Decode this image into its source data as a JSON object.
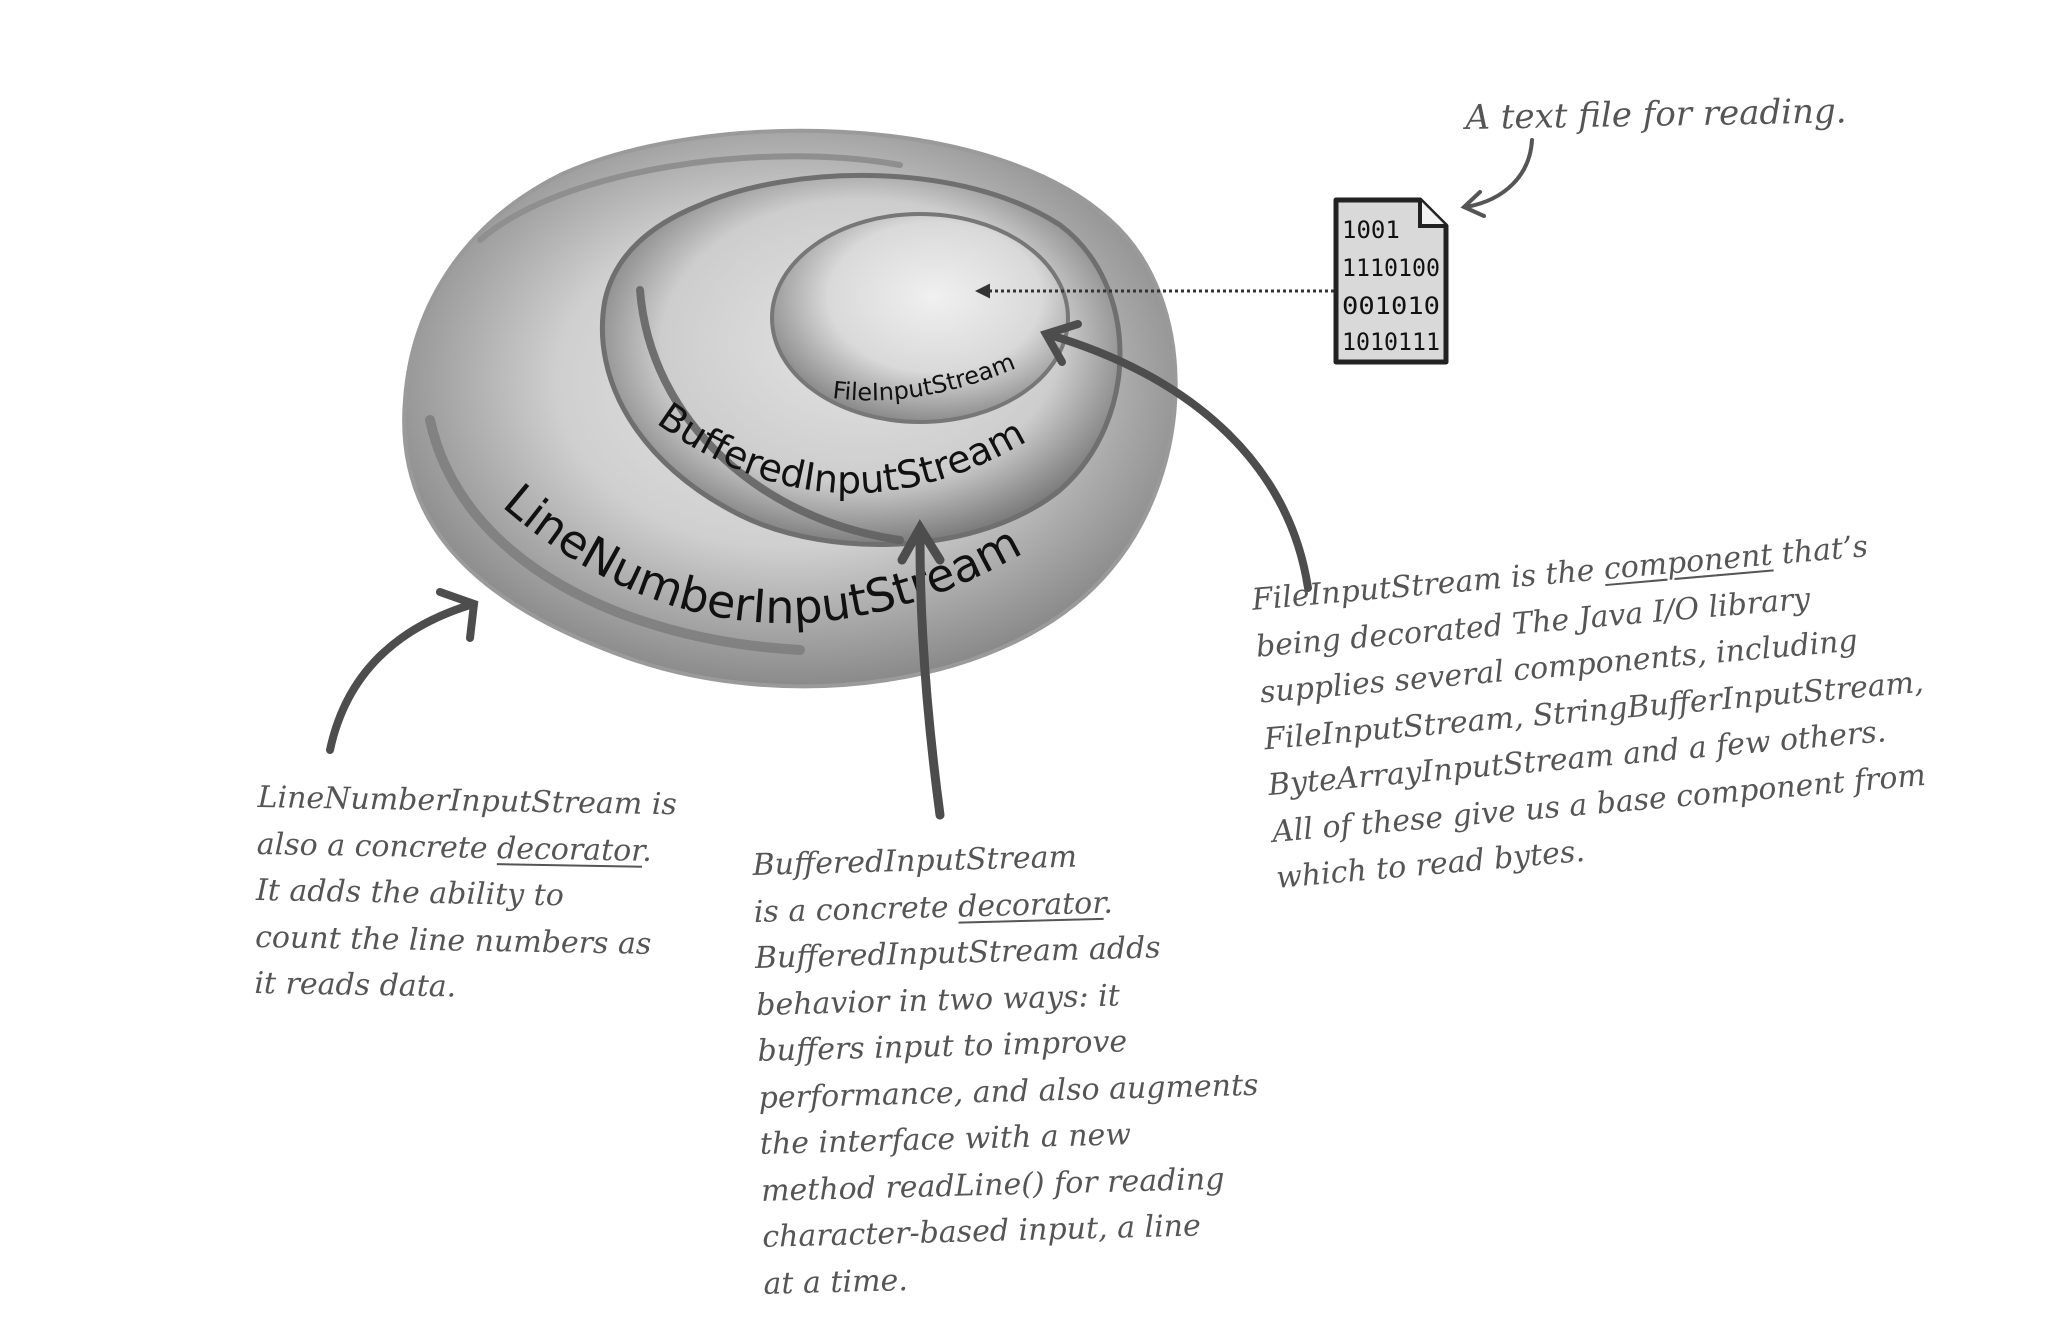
{
  "rings": {
    "outer_label": "LineNumberInputStream",
    "middle_label": "BufferedInputStream",
    "inner_label": "FileInputStream"
  },
  "file_icon": {
    "icon": "text-file-icon",
    "lines": [
      "1001",
      "1110100",
      "001010",
      "1010111"
    ]
  },
  "annotations": {
    "file": "A text file for reading.",
    "line_number": {
      "lines": [
        "LineNumberInputStream is",
        "also a concrete ",
        "It adds the ability to",
        "count the line numbers as",
        "it reads data."
      ],
      "emphasis": "decorator",
      "emphasis_suffix": "."
    },
    "buffered": {
      "lines": [
        "BufferedInputStream",
        "is a concrete ",
        "BufferedInputStream adds",
        "behavior in two ways: it",
        "buffers input to improve",
        "performance, and also augments",
        "the interface with a new",
        "method readLine() for reading",
        "character-based input, a line",
        "at a time."
      ],
      "emphasis": "decorator",
      "emphasis_suffix": "."
    },
    "file_input": {
      "line1_prefix": "FileInputStream is the ",
      "emphasis": "component",
      "line1_suffix": " that’s",
      "lines": [
        "being decorated The Java I/O library",
        "supplies several components, including",
        "FileInputStream, StringBufferInputStream,",
        "ByteArrayInputStream and a few others.",
        "All of these give us a base component from",
        "which to read bytes."
      ]
    }
  },
  "colors": {
    "ink": "#555555",
    "arrow": "#4d4d4d",
    "ring_dark": "#6e6e6e",
    "ring_light": "#d4d4d4"
  }
}
